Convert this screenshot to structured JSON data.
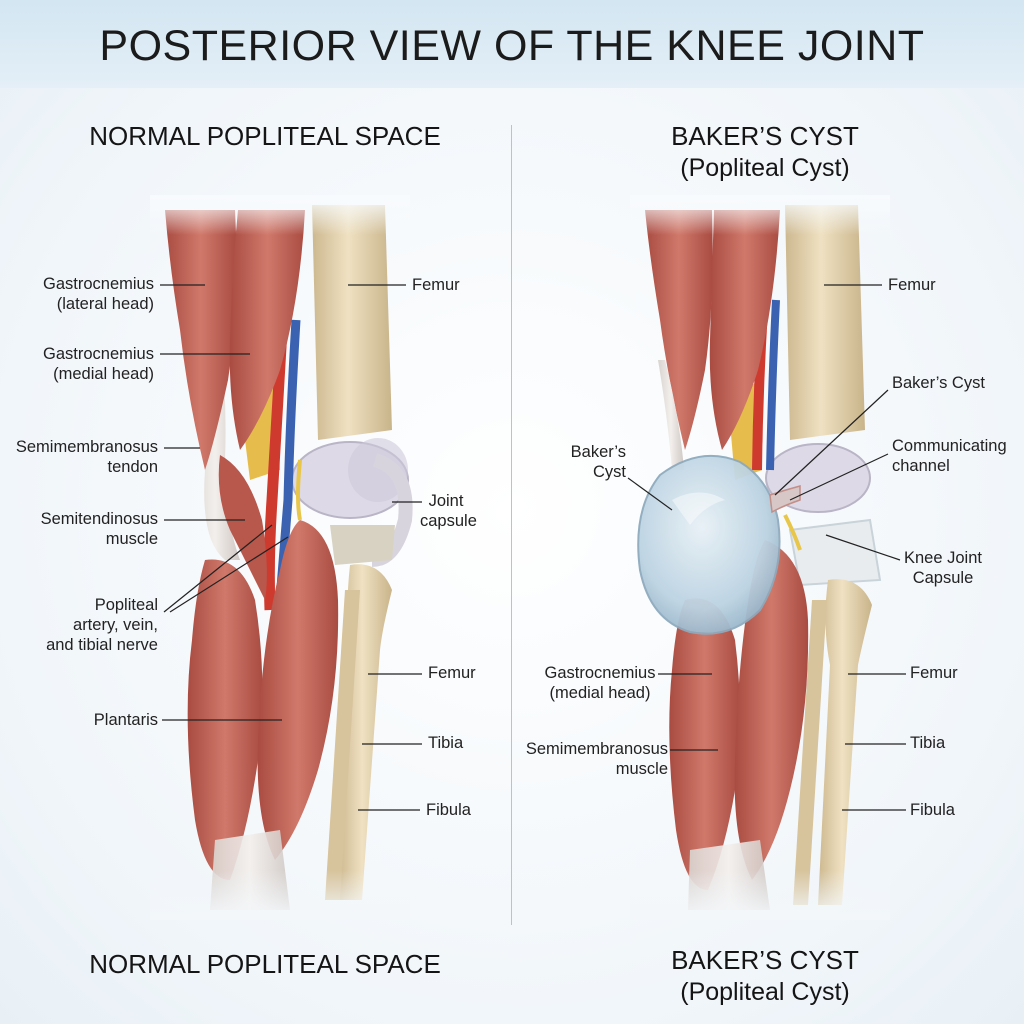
{
  "title": "POSTERIOR VIEW OF THE KNEE JOINT",
  "left_panel": {
    "heading": "NORMAL POPLITEAL SPACE",
    "footer": "NORMAL POPLITEAL SPACE",
    "labels": {
      "gastroc_lateral_1": "Gastrocnemius",
      "gastroc_lateral_2": "(lateral head)",
      "gastroc_medial_1": "Gastrocnemius",
      "gastroc_medial_2": "(medial head)",
      "semimem_1": "Semimembranosus",
      "semimem_2": "tendon",
      "semitend_1": "Semitendinosus",
      "semitend_2": "muscle",
      "popliteal_1": "Popliteal",
      "popliteal_2": "artery, vein,",
      "popliteal_3": "and tibial nerve",
      "plantaris": "Plantaris",
      "femur_top": "Femur",
      "joint_capsule_1": "Joint",
      "joint_capsule_2": "capsule",
      "femur_lower": "Femur",
      "tibia": "Tibia",
      "fibula": "Fibula"
    }
  },
  "right_panel": {
    "heading": "BAKER’S CYST",
    "subheading": "(Popliteal Cyst)",
    "footer": "BAKER’S CYST",
    "footer_sub": "(Popliteal Cyst)",
    "labels": {
      "femur_top": "Femur",
      "bakers_cyst_right": "Baker’s Cyst",
      "comm_channel_1": "Communicating",
      "comm_channel_2": "channel",
      "bakers_cyst_left_1": "Baker’s",
      "bakers_cyst_left_2": "Cyst",
      "knee_capsule_1": "Knee Joint",
      "knee_capsule_2": "Capsule",
      "gastroc_medial_1": "Gastrocnemius",
      "gastroc_medial_2": "(medial head)",
      "semimem_1": "Semimembranosus",
      "semimem_2": "muscle",
      "femur_lower": "Femur",
      "tibia": "Tibia",
      "fibula": "Fibula"
    }
  },
  "colors": {
    "muscle": "#c8675a",
    "muscle_dark": "#a84a3f",
    "bone": "#e6d3ae",
    "cartilage": "#d9d6e3",
    "artery": "#d23a2e",
    "vein": "#3a62b0",
    "nerve": "#e7c64a",
    "cyst": "#bcd6e6",
    "title_band": "#d6e8f3"
  }
}
